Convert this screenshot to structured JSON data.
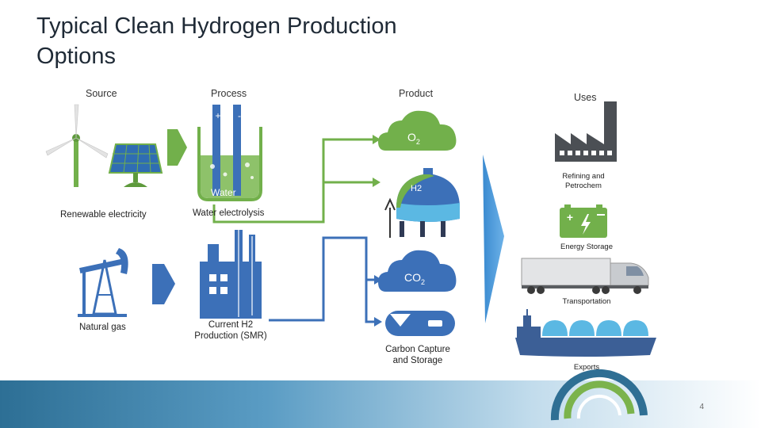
{
  "slide": {
    "title": "Typical Clean Hydrogen Production Options",
    "page_number": "4"
  },
  "columns": {
    "source": "Source",
    "process": "Process",
    "product": "Product",
    "uses": "Uses"
  },
  "sources": {
    "renewable": "Renewable electricity",
    "natural_gas": "Natural gas"
  },
  "processes": {
    "electrolysis": "Water electrolysis",
    "smr": "Current H2 Production (SMR)",
    "water_label": "Water"
  },
  "products": {
    "o2_base": "O",
    "o2_sub": "2",
    "h2": "H2",
    "co2_base": "CO",
    "co2_sub": "2",
    "ccs": "Carbon Capture and Storage"
  },
  "uses": {
    "refining": "Refining and Petrochem",
    "energy_storage": "Energy Storage",
    "transportation": "Transportation",
    "exports": "Exports"
  },
  "colors": {
    "green": "#72b04b",
    "blue": "#3c70b8",
    "steel": "#4f78ad",
    "dark": "#4b4f54",
    "gray": "#666666",
    "sky": "#5ba3dc"
  }
}
